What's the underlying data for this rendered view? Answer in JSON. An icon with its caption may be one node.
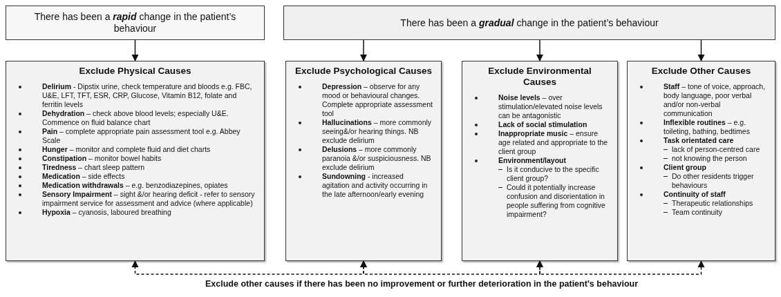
{
  "diagram": {
    "nodes": [
      {
        "text": [
          "There has been a **rapid** change in the patient’s behaviour"
        ]
      },
      {
        "text": [
          "There has been a **gradual** change in the patient’s behaviour"
        ]
      },
      {
        "text": [
          "Exclude Physical Causes",
          "**Delirium** - Dipstix urine, check temperature and bloods e.g. FBC, U&E, LFT, TFT, ESR, CRP, Glucose, Vitamin B12, folate and ferritin levels",
          "**Dehydration** – check above blood levels; especially U&E.  Commence on fluid balance chart",
          "**Pain** – complete appropriate pain assessment tool e.g. Abbey Scale",
          "**Hunger** – monitor and complete fluid and diet charts",
          "**Constipation** – monitor bowel habits",
          "**Tiredness** – chart sleep pattern",
          "**Medication** – side effects",
          "**Medication withdrawals** – e.g. benzodiazepines, opiates",
          "**Sensory Impairment** – sight &/or hearing deficit - refer to sensory impairment service for assessment and advice (where applicable)",
          "**Hypoxia** – cyanosis, laboured breathing"
        ]
      },
      {
        "text": [
          "Exclude Psychological Causes",
          "**Depression** – observe for any mood or behavioural changes. Complete appropriate assessment tool",
          "**Hallucinations** – more commonly seeing&/or hearing things. NB exclude delirium",
          "**Delusions** – more commonly paranoia &/or suspiciousness. NB exclude delirium",
          "**Sundowning** - increased agitation and activity occurring in the late afternoon/early evening"
        ]
      },
      {
        "text": [
          "Exclude Environmental Causes",
          "**Noise levels** – over stimulation/elevated noise levels can be antagonistic",
          "**Lack of social stimulation**",
          "**Inappropriate music** – ensure age related and appropriate to the client group",
          "**Environment/layout**",
          "Is it conducive to the specific client group?",
          "Could it potentially increase confusion and disorientation in people suffering from cognitive impairment?"
        ]
      },
      {
        "text": [
          "Exclude Other Causes",
          "**Staff** – tone of voice, approach, body language, poor verbal and/or non-verbal communication",
          "**Inflexible routines** – e.g. toileting, bathing, bedtimes",
          "**Task orientated care**",
          "lack of person-centred care",
          "not knowing the person",
          "**Client group**",
          "Do other residents trigger behaviours",
          "**Continuity of staff**",
          "Therapeutic relationships",
          "Team continuity"
        ]
      }
    ],
    "edges": [
      {
        "from": 0,
        "to": 2,
        "arrow": "to"
      },
      {
        "from": 1,
        "to": 3,
        "arrow": "to"
      },
      {
        "from": 1,
        "to": 4,
        "arrow": "to"
      },
      {
        "from": 1,
        "to": 5,
        "arrow": "to"
      },
      {
        "from": 2,
        "to": 3,
        "arrow": "both",
        "style": "dashed"
      },
      {
        "from": 3,
        "to": 4,
        "arrow": "both",
        "style": "dashed"
      },
      {
        "from": 4,
        "to": 5,
        "arrow": "both",
        "style": "dashed"
      }
    ],
    "labels": [
      "Exclude other causes if there has been no improvement or further deterioration in the patient’s behaviour"
    ]
  }
}
